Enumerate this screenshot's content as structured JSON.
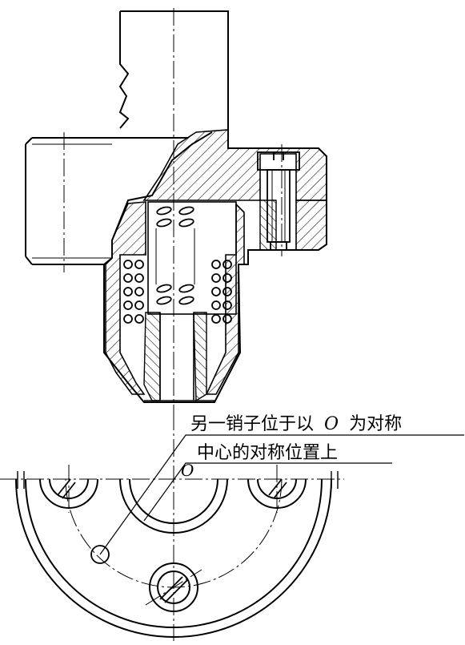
{
  "annotation": {
    "line1_prefix": "另一销子位于以",
    "line1_symbol": "O",
    "line1_suffix": "为对称",
    "line2": "中心的对称位置上",
    "center_symbol": "O"
  },
  "colors": {
    "stroke": "#000000",
    "background": "#ffffff"
  }
}
